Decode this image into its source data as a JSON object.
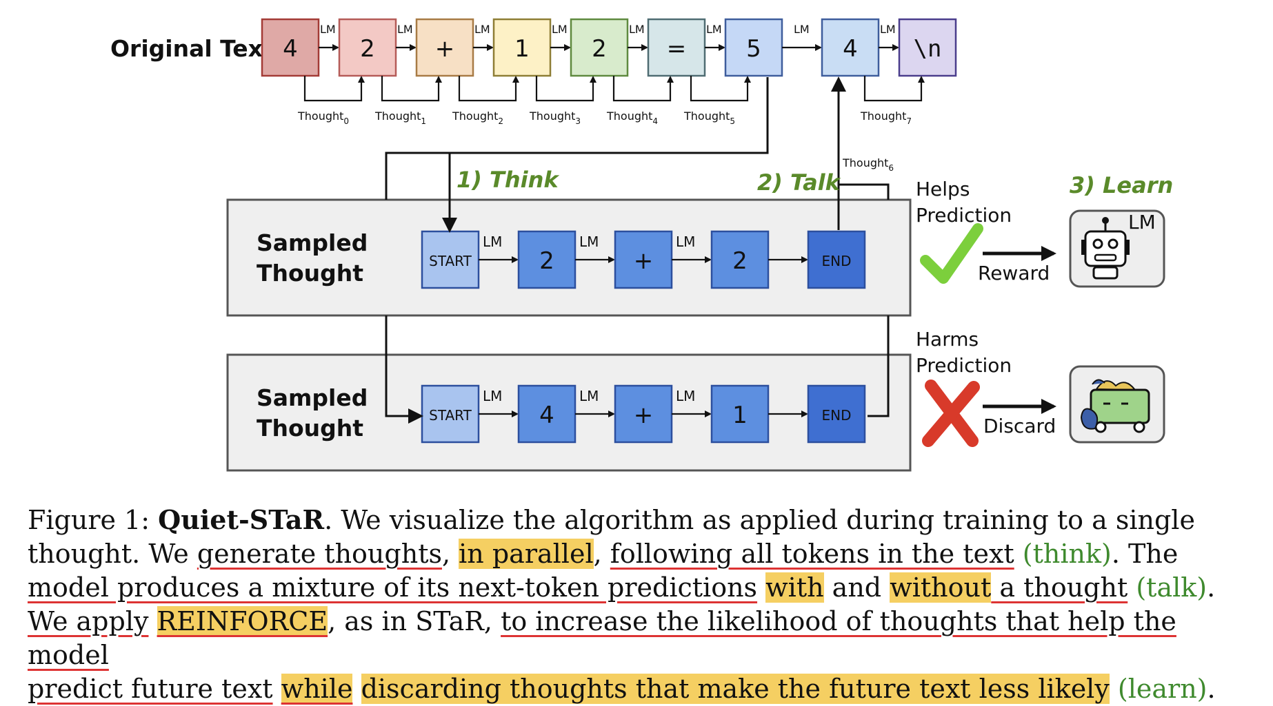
{
  "diagram": {
    "original_text_label": "Original Text",
    "original_tokens": [
      {
        "text": "4",
        "fill": "#dfa9a6",
        "stroke": "#a33b36"
      },
      {
        "text": "2",
        "fill": "#f3c9c5",
        "stroke": "#b55b58"
      },
      {
        "text": "+",
        "fill": "#f7e0c5",
        "stroke": "#a87b45"
      },
      {
        "text": "1",
        "fill": "#fdf1c6",
        "stroke": "#8e7e35"
      },
      {
        "text": "2",
        "fill": "#d8ebcc",
        "stroke": "#5f8a3f"
      },
      {
        "text": "=",
        "fill": "#d6e6e9",
        "stroke": "#4f6c72"
      },
      {
        "text": "5",
        "fill": "#c5d8f6",
        "stroke": "#3e5d9c"
      },
      {
        "text": "4",
        "fill": "#c9ddf4",
        "stroke": "#3e5d9c"
      },
      {
        "text": "\\n",
        "fill": "#dcd6f0",
        "stroke": "#4a3d8c"
      }
    ],
    "lm_label": "LM",
    "thought_word": "Thought",
    "thought_indices": [
      "0",
      "1",
      "2",
      "3",
      "4",
      "5"
    ],
    "thought7": {
      "word": "Thought",
      "index": "7"
    },
    "thought6": {
      "word": "Thought",
      "index": "6"
    },
    "think_label": "1) Think",
    "talk_label": "2) Talk",
    "learn_label": "3) Learn",
    "sampled_thought_line1": "Sampled",
    "sampled_thought_line2": "Thought",
    "thought_rows": [
      {
        "tokens": [
          "START",
          "2",
          "+",
          "2",
          "END"
        ]
      },
      {
        "tokens": [
          "START",
          "4",
          "+",
          "1",
          "END"
        ]
      }
    ],
    "helps_line1": "Helps",
    "helps_line2": "Prediction",
    "harms_line1": "Harms",
    "harms_line2": "Prediction",
    "reward_label": "Reward",
    "discard_label": "Discard",
    "robot_lm": "LM",
    "colors": {
      "start": "#a9c4ef",
      "mid": "#5d8fe0",
      "end": "#3f6fd1",
      "accent_green": "#5a8a2a",
      "check": "#7ccf3c",
      "cross": "#d83a2a"
    }
  },
  "caption": {
    "l1a": "Figure 1: ",
    "l1b": "Quiet-STaR",
    "l1c": ". We visualize the algorithm as applied during training to a single",
    "l2a": "thought. We ",
    "l2b": "generate thoughts",
    "l2c": ", ",
    "l2d": "in parallel",
    "l2e": ", ",
    "l2f": "following all tokens in the text",
    "l2g": " ",
    "l2h": "(think)",
    "l2i": ". The",
    "l3a": "model produces a mixture of its next-token predictions",
    "l3b": " ",
    "l3c": "with",
    "l3d": " and ",
    "l3e": "without",
    "l3f": " a thought",
    "l3g": " ",
    "l3h": "(talk)",
    "l3i": ".",
    "l4a": "We apply",
    "l4b": " ",
    "l4c": "REINFORCE",
    "l4d": ", as in STaR, ",
    "l4e": "to increase the likelihood of thoughts that help the model",
    "l5a": "predict future text",
    "l5b": " ",
    "l5c": "while",
    "l5d": " ",
    "l5e": "discarding thoughts that make the future text less likely",
    "l5f": " ",
    "l5g": "(learn)",
    "l5h": "."
  }
}
